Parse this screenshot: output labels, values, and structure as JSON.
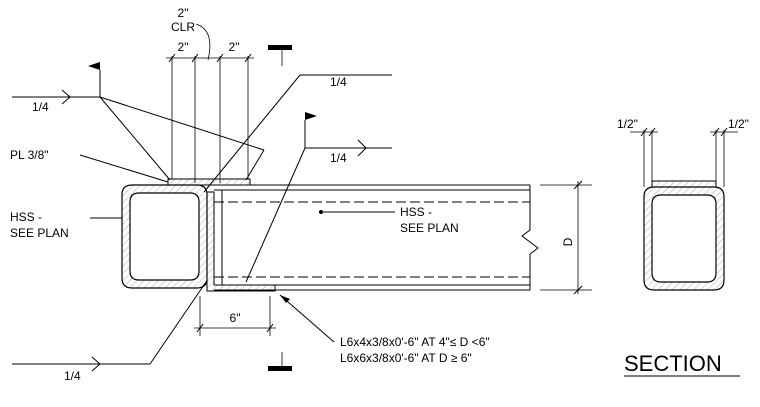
{
  "labels": {
    "clr_top": "2\"",
    "clr_bottom": "CLR",
    "dim_left": "2\"",
    "dim_right": "2\"",
    "weld_left_top": "1/4",
    "weld_right_top": "1/4",
    "weld_right_mid": "1/4",
    "weld_bottom": "1/4",
    "plate": "PL 3/8\"",
    "hss_left_line1": "HSS -",
    "hss_left_line2": "SEE PLAN",
    "hss_right_line1": "HSS -",
    "hss_right_line2": "SEE PLAN",
    "depth": "D",
    "dim_angle": "6\"",
    "angle_note_line1": "L6x4x3/8x0'-6\" AT 4\"≤ D <6\"",
    "angle_note_line2": "L6x6x3/8x0'-6\" AT D ≥ 6\"",
    "section_dim_left": "1/2\"",
    "section_dim_right": "1/2\"",
    "section_title": "SECTION"
  }
}
